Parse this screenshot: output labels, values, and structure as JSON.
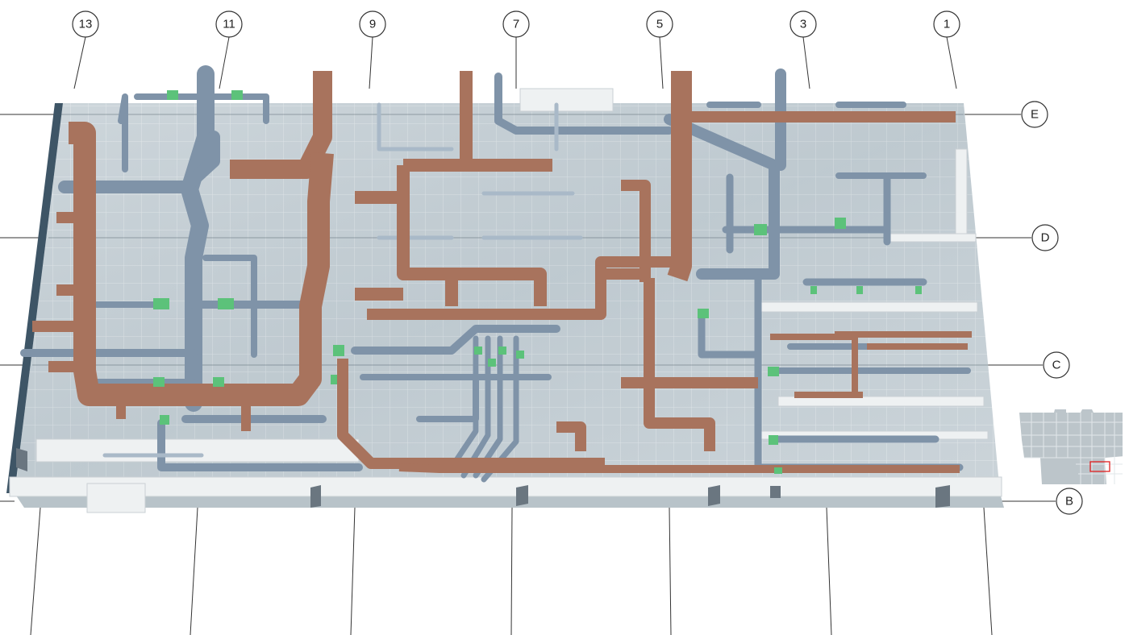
{
  "grid": {
    "columns": [
      "13",
      "11",
      "9",
      "7",
      "5",
      "3",
      "1"
    ],
    "rows": [
      "E",
      "D",
      "C",
      "B"
    ]
  },
  "colors": {
    "supply_duct": "#a8735d",
    "return_duct": "#7f93a8",
    "vav_box": "#5cc27a",
    "floor": "#c9d3d8",
    "minimap_highlight": "#e02020"
  },
  "minimap": {
    "icon": "floor-plan-minimap"
  }
}
